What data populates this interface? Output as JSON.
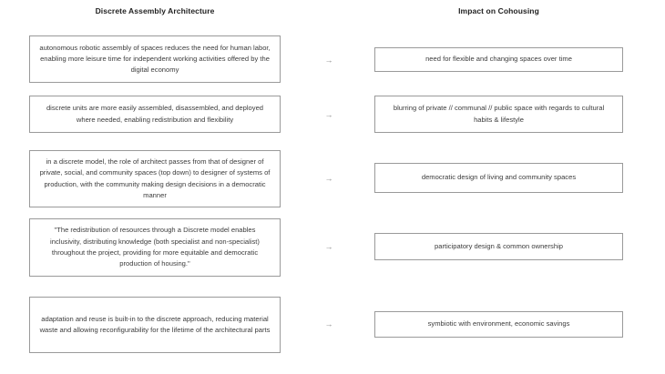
{
  "headers": {
    "left": "Discrete Assembly Architecture",
    "right": "Impact on Cohousing"
  },
  "arrow_glyph": "→",
  "colors": {
    "background": "#ffffff",
    "box_border": "#9a9a9a",
    "body_text": "#3c3c3c",
    "header_text": "#1f1f1f",
    "arrow": "#8c8c8c"
  },
  "rows": [
    {
      "left": "autonomous robotic assembly of spaces reduces the need for human labor, enabling more leisure time for independent working activities offered by the digital economy",
      "right": "need for flexible and changing spaces over time"
    },
    {
      "left": "discrete units are more easily assembled, disassembled, and deployed where needed, enabling redistribution and flexibility",
      "right": "blurring of private // communal // public space with regards to cultural habits & lifestyle"
    },
    {
      "left": "in a discrete model, the role of architect passes from that of designer of private, social, and community spaces (top down) to designer of systems of production, with the community making design decisions in a democratic manner",
      "right": "democratic design of living and community spaces"
    },
    {
      "left": "\"The redistribution of resources through a Discrete model enables inclusivity, distributing knowledge (both specialist and non-specialist) throughout the project, providing for more equitable and democratic production of housing.\"",
      "right": "participatory design & common ownership"
    },
    {
      "left": "adaptation and reuse is built-in to the discrete approach, reducing material waste and allowing reconfigurability for the lifetime of the architectural parts",
      "right": "symbiotic with environment, economic savings"
    }
  ]
}
